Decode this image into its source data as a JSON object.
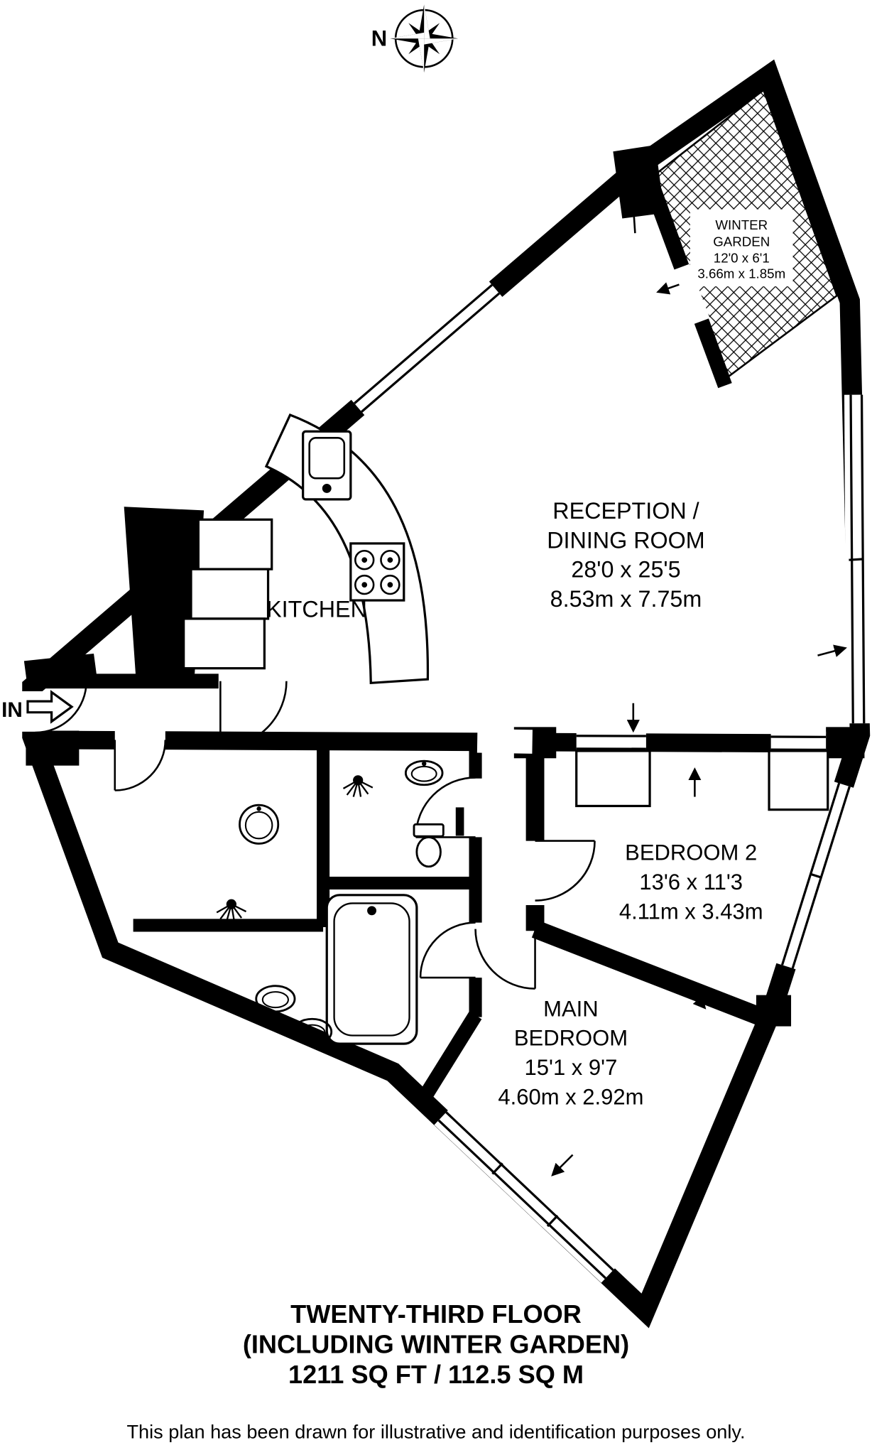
{
  "compass": {
    "label": "N"
  },
  "entrance": {
    "label": "IN"
  },
  "rooms": {
    "winter_garden": {
      "lines": [
        "WINTER",
        "GARDEN",
        "12'0 x 6'1",
        "3.66m x 1.85m"
      ]
    },
    "reception": {
      "lines": [
        "RECEPTION /",
        "DINING ROOM",
        "28'0 x 25'5",
        "8.53m x 7.75m"
      ]
    },
    "kitchen": {
      "lines": [
        "KITCHEN"
      ]
    },
    "bedroom2": {
      "lines": [
        "BEDROOM 2",
        "13'6 x 11'3",
        "4.11m x 3.43m"
      ]
    },
    "main_bedroom": {
      "lines": [
        "MAIN",
        "BEDROOM",
        "15'1 x 9'7",
        "4.60m x 2.92m"
      ]
    }
  },
  "footer": {
    "line1": "TWENTY-THIRD FLOOR",
    "line2": "(INCLUDING WINTER GARDEN)",
    "line3": "1211 SQ FT / 112.5 SQ M",
    "disclaimer": "This plan has been drawn for illustrative and identification purposes only."
  },
  "colors": {
    "wall": "#000000",
    "background": "#ffffff"
  }
}
